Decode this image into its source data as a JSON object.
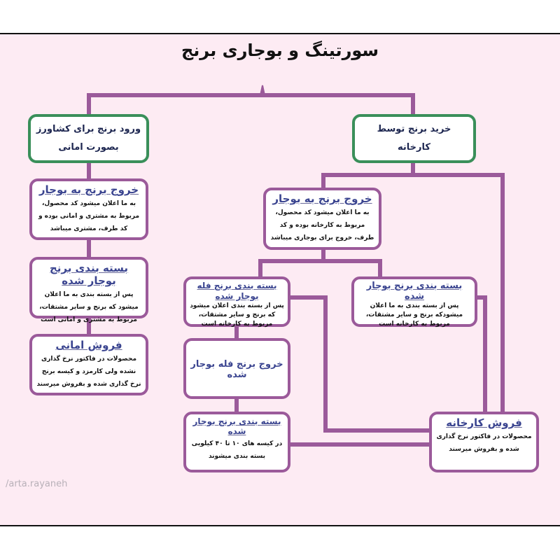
{
  "title": "سورتینگ و بوجاری برنج",
  "colors": {
    "line": "#9b5a9a",
    "green_border": "#3a8f5a",
    "heading": "#3b4590",
    "background": "#fdebf3"
  },
  "nodes": {
    "farmer_entry": {
      "lines": [
        "ورود برنج برای کشاورز",
        "بصورت امانی"
      ]
    },
    "factory_purchase": {
      "label": "خرید برنج توسط کارخانه"
    },
    "left_exit": {
      "heading": "خروج برنج به بوجار",
      "desc": "به ما اعلان میشود کد محصول، مربوط به مشتری و امانی بوده و کد طرف، مشتری میباشد"
    },
    "left_packaging": {
      "heading": "بسته بندی برنج بوجار شده",
      "desc": "پس از بسته بندی به ما اعلان میشود که برنج و سایر مشتقات، مربوط به مشتری و امانی است"
    },
    "trust_sale": {
      "heading": "فروش امانی",
      "desc": "محصولات در فاکتور نرخ گذاری نشده ولی کارمزد و کیسه برنج نرخ گذاری شده و بفروش میرسند"
    },
    "center_exit": {
      "heading": "خروج برنج به بوجار",
      "desc": "به ما اعلان میشود کد محصول، مربوط به کارخانه بوده و کد طرف، خروج برای بوجاری میباشد"
    },
    "bulk_packaging": {
      "heading": "بسته بندی برنج فله بوجار شده",
      "desc": "پس از بسته بندی اعلان میشود که برنج و سایر مشتقات، مربوط به کارخانه است"
    },
    "right_packaging": {
      "heading": "بسته بندی برنج بوجار شده",
      "desc": "پس از بسته بندی به ما اعلان میشودکه برنج و سایر مشتقات، مربوط به کارخانه است"
    },
    "bulk_exit": {
      "heading": "خروج برنج فله بوجار شده"
    },
    "bag_packaging": {
      "heading": "بسته بندی برنج بوجار شده",
      "desc": "در کیسه های ۱۰ تا ۴۰ کیلویی بسته بندی میشوند"
    },
    "factory_sale": {
      "heading": "فروش کارخانه",
      "desc": "محصولات در فاکتور نرخ گذاری شده و بفروش میرسند"
    }
  },
  "watermark": "/arta.rayaneh"
}
